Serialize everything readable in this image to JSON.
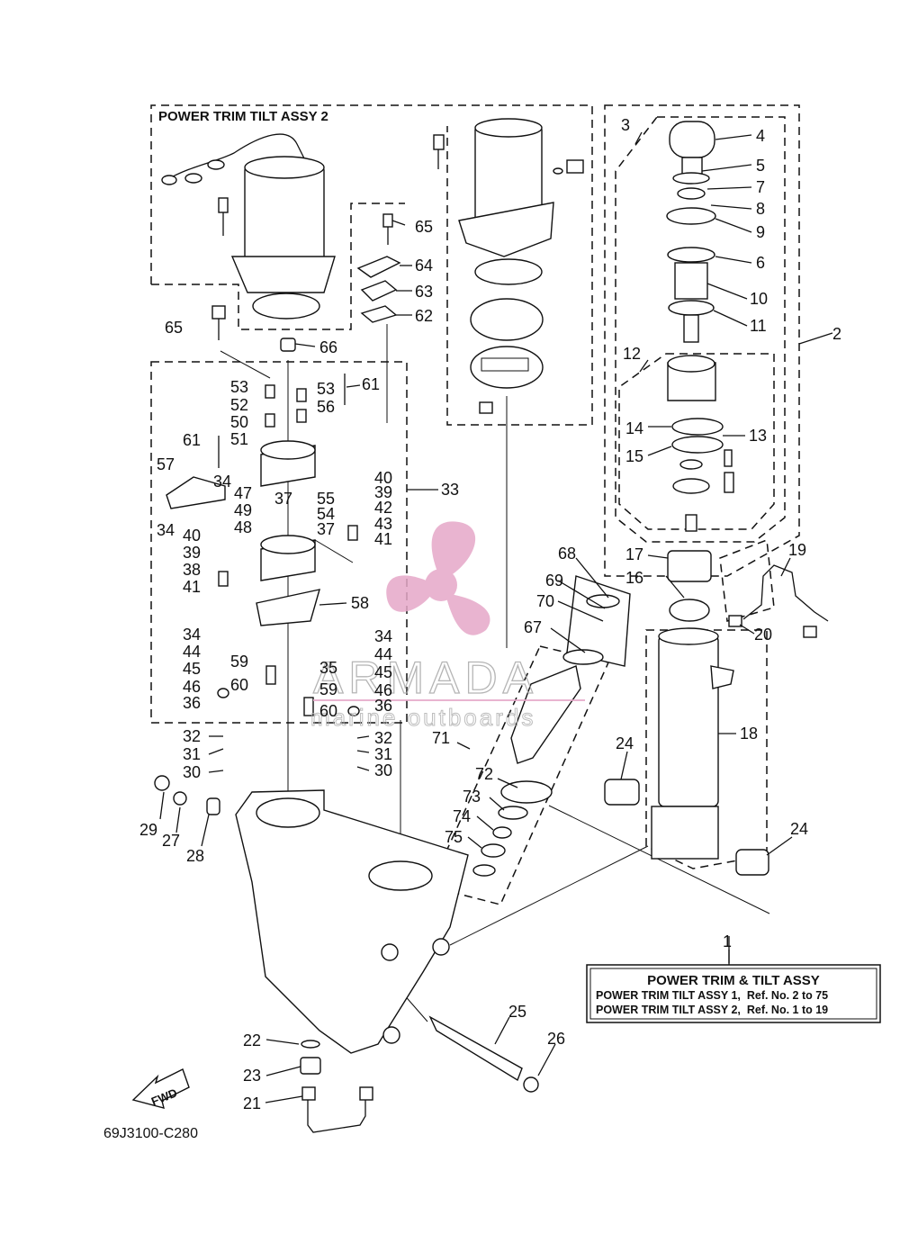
{
  "diagram_code": "69J3100-C280",
  "subassembly_title": "POWER TRIM TILT ASSY 2",
  "fwd_label": "FWD",
  "legend": {
    "ref": "1",
    "title": "POWER TRIM & TILT ASSY",
    "rows": [
      "POWER TRIM TILT ASSY 1,  Ref. No. 2 to 75",
      "POWER TRIM TILT ASSY 2,  Ref. No. 1 to 19"
    ]
  },
  "watermark": {
    "brand": "ARMADA",
    "tagline": "marine outboards",
    "color": "#e6a8c8"
  },
  "callouts": [
    "2",
    "3",
    "4",
    "5",
    "6",
    "7",
    "8",
    "9",
    "10",
    "11",
    "12",
    "13",
    "14",
    "15",
    "16",
    "17",
    "18",
    "19",
    "20",
    "21",
    "22",
    "23",
    "24",
    "24",
    "25",
    "26",
    "27",
    "28",
    "29",
    "30",
    "30",
    "31",
    "31",
    "32",
    "32",
    "33",
    "34",
    "34",
    "34",
    "34",
    "35",
    "36",
    "36",
    "37",
    "37",
    "38",
    "39",
    "39",
    "40",
    "40",
    "41",
    "41",
    "41",
    "42",
    "43",
    "44",
    "44",
    "45",
    "45",
    "46",
    "46",
    "47",
    "48",
    "49",
    "50",
    "51",
    "52",
    "53",
    "53",
    "54",
    "55",
    "56",
    "57",
    "58",
    "59",
    "59",
    "60",
    "60",
    "61",
    "61",
    "62",
    "63",
    "64",
    "65",
    "65",
    "66",
    "67",
    "68",
    "69",
    "70",
    "71",
    "72",
    "73",
    "74",
    "75"
  ]
}
